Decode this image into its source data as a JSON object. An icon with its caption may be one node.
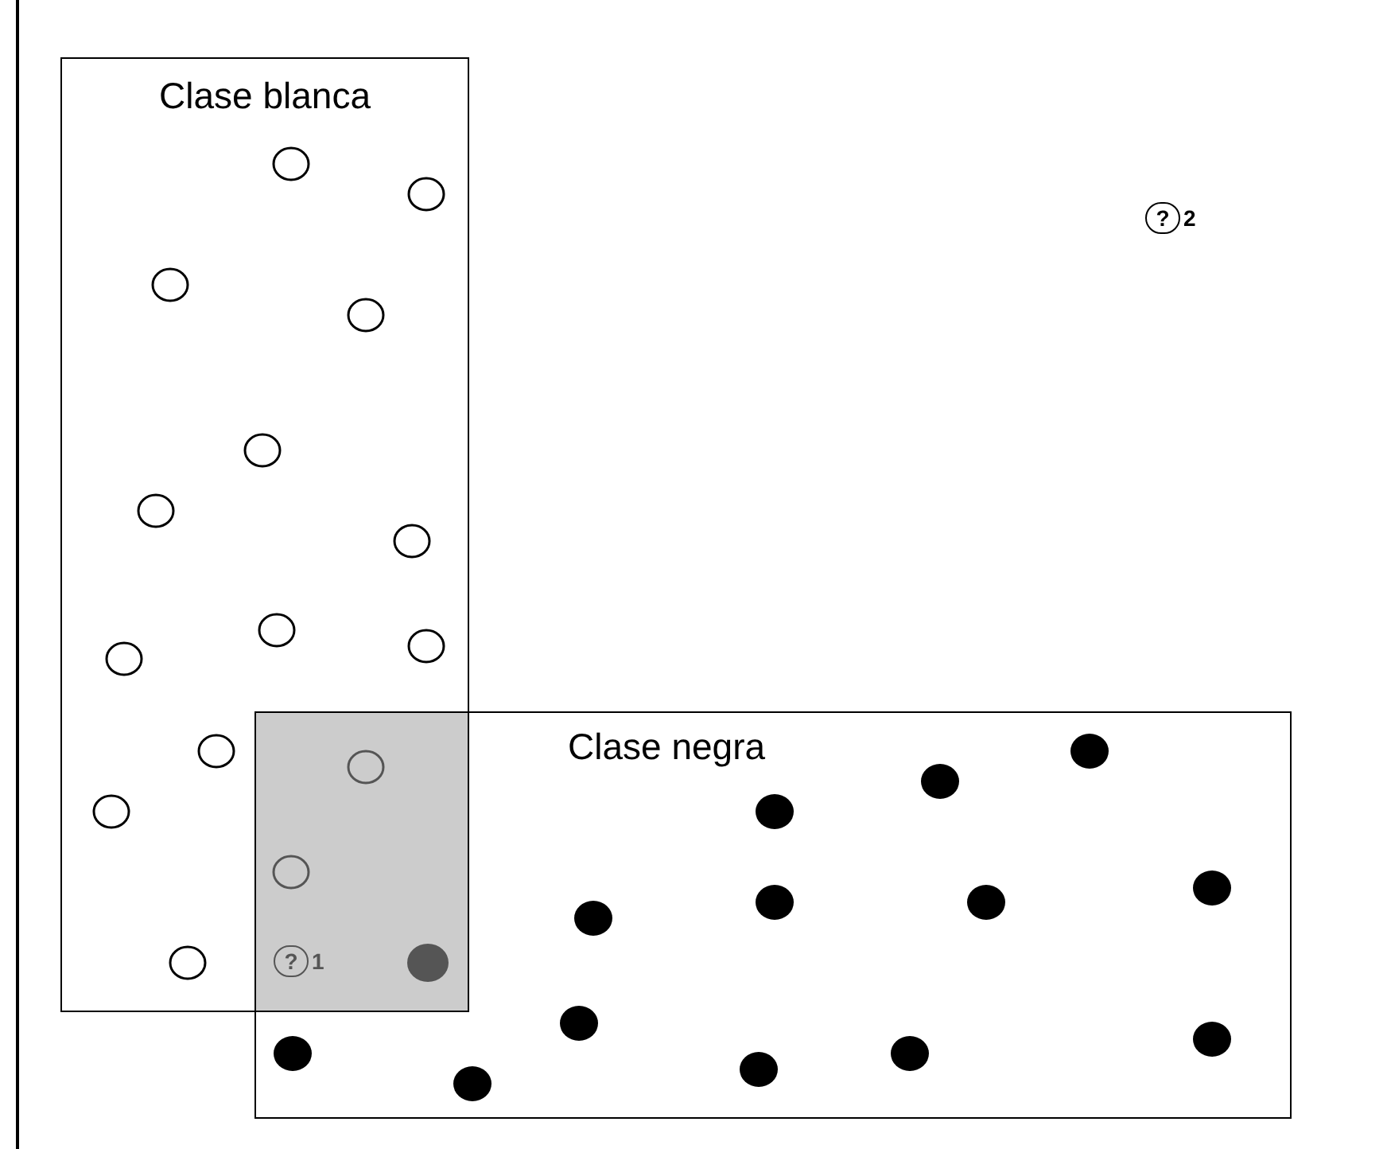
{
  "diagram": {
    "nodes": [
      {
        "text": [
          "Clase blanca"
        ]
      },
      {
        "text": [
          "Clase negra"
        ]
      },
      {
        "text": [
          "?"
        ],
        "beside": [
          "1"
        ]
      },
      {
        "text": [
          "?"
        ],
        "beside": [
          "2"
        ]
      }
    ]
  }
}
